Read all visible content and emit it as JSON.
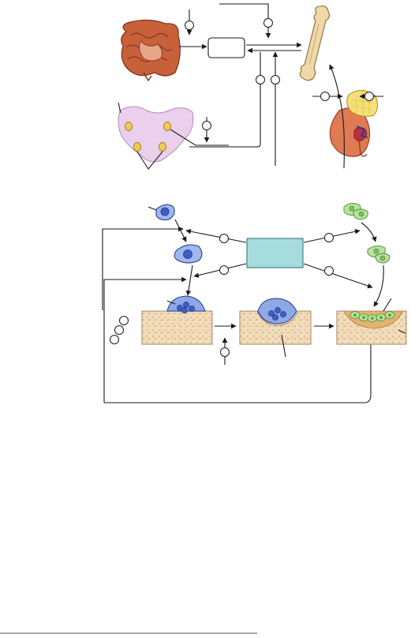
{
  "figure": {
    "top_panel": {
      "organs": [
        "intestine",
        "parathyroid-glands",
        "bone",
        "kidney",
        "adrenal-gland"
      ],
      "center_box_label": ""
    },
    "bottom_panel": {
      "center_box_label": "",
      "center_box_color": "#a6dcdd",
      "osteoclast_color": "#5b7fd0",
      "osteoblast_color": "#9fd28b",
      "bone_color": "#f1d5ad"
    }
  }
}
